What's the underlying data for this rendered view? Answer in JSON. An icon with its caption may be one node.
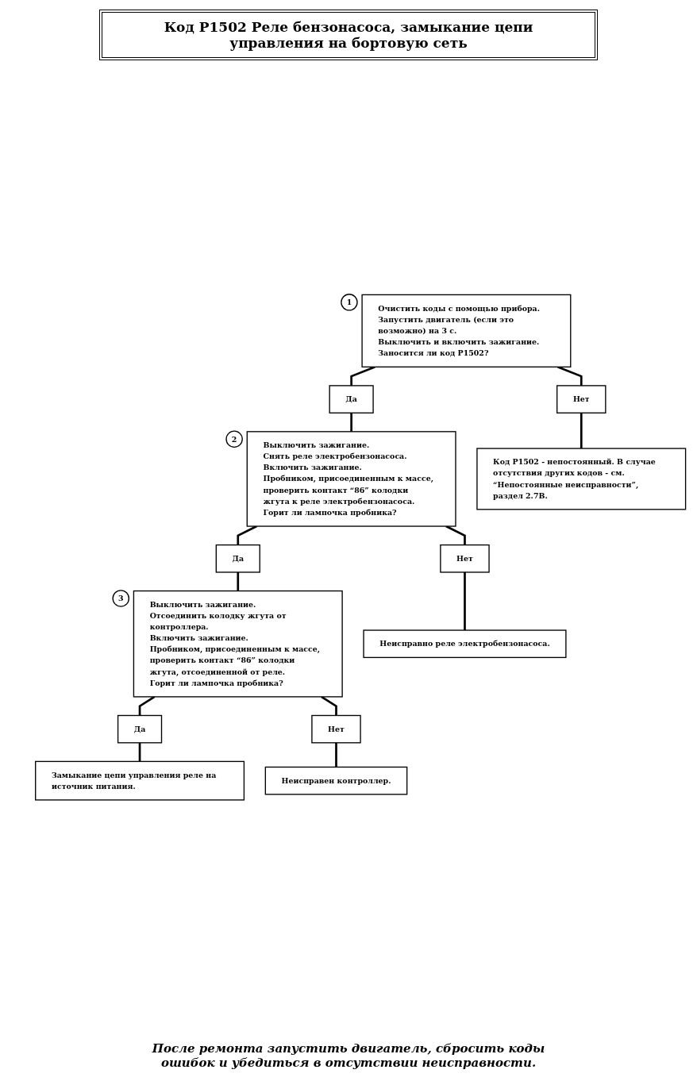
{
  "diagram": {
    "title": "Код P1502 Реле бензонасоса, замыкание цепи управления на бортовую сеть",
    "caption": "После ремонта запустить двигатель, сбросить коды ошибок и убедиться в отсутствии неисправности.",
    "nodes": [
      {
        "text": [
          "Очистить коды с помощью прибора.",
          "Запустить двигатель (если это возможно) на 3 с.",
          "Выключить и включить зажигание.",
          "Заносится ли код P1502?"
        ],
        "beside": [
          "1"
        ]
      },
      {
        "text": [
          "Да"
        ]
      },
      {
        "text": [
          "Нет"
        ]
      },
      {
        "text": [
          "Выключить зажигание.",
          "Снять реле электробензонасоса.",
          "Включить зажигание.",
          "Пробником, присоединенным к массе, проверить контакт “86” колодки жгута к реле электробензонасоса.",
          "Горит ли лампочка пробника?"
        ],
        "beside": [
          "2"
        ]
      },
      {
        "text": [
          "Код P1502 - непостоянный. В случае отсутствия других кодов - см. “Непостоянные неисправности”, раздел 2.7В."
        ]
      },
      {
        "text": [
          "Да"
        ]
      },
      {
        "text": [
          "Нет"
        ]
      },
      {
        "text": [
          "Выключить зажигание.",
          "Отсоединить колодку жгута от контроллера.",
          "Включить зажигание.",
          "Пробником, присоединенным к массе, проверить контакт “86” колодки жгута, отсоединенной от реле.",
          "Горит ли лампочка пробника?"
        ],
        "beside": [
          "3"
        ]
      },
      {
        "text": [
          "Неисправно реле электробензонасоса."
        ]
      },
      {
        "text": [
          "Да"
        ]
      },
      {
        "text": [
          "Нет"
        ]
      },
      {
        "text": [
          "Замыкание цепи управления реле на источник питания."
        ]
      },
      {
        "text": [
          "Неисправен контроллер."
        ]
      }
    ],
    "edges": [
      {
        "from": 0,
        "to": 1,
        "arrow": "none"
      },
      {
        "from": 0,
        "to": 2,
        "arrow": "none"
      },
      {
        "from": 1,
        "to": 3,
        "arrow": "none"
      },
      {
        "from": 2,
        "to": 4,
        "arrow": "none"
      },
      {
        "from": 3,
        "to": 5,
        "arrow": "none"
      },
      {
        "from": 3,
        "to": 6,
        "arrow": "none"
      },
      {
        "from": 5,
        "to": 7,
        "arrow": "none"
      },
      {
        "from": 6,
        "to": 8,
        "arrow": "none"
      },
      {
        "from": 7,
        "to": 9,
        "arrow": "none"
      },
      {
        "from": 7,
        "to": 10,
        "arrow": "none"
      },
      {
        "from": 9,
        "to": 11,
        "arrow": "none"
      },
      {
        "from": 10,
        "to": 12,
        "arrow": "none"
      }
    ]
  }
}
